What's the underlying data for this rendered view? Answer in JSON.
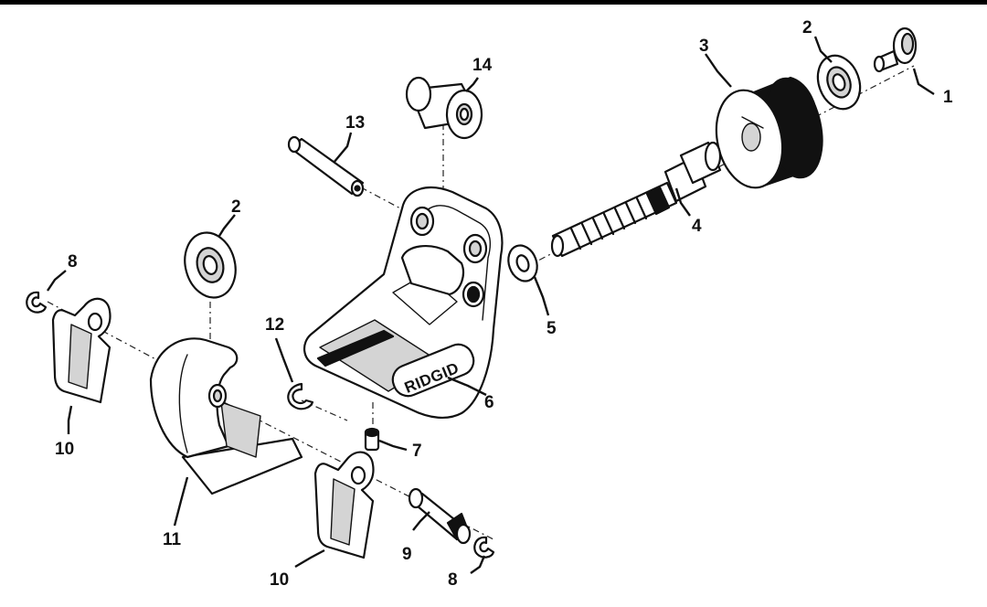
{
  "brand_text": "RIDGID",
  "callouts": [
    {
      "id": "c1",
      "label": "1"
    },
    {
      "id": "c2a",
      "label": "2"
    },
    {
      "id": "c2b",
      "label": "2"
    },
    {
      "id": "c3",
      "label": "3"
    },
    {
      "id": "c4",
      "label": "4"
    },
    {
      "id": "c5",
      "label": "5"
    },
    {
      "id": "c6",
      "label": "6"
    },
    {
      "id": "c7",
      "label": "7"
    },
    {
      "id": "c8a",
      "label": "8"
    },
    {
      "id": "c8b",
      "label": "8"
    },
    {
      "id": "c9",
      "label": "9"
    },
    {
      "id": "c10a",
      "label": "10"
    },
    {
      "id": "c10b",
      "label": "10"
    },
    {
      "id": "c11",
      "label": "11"
    },
    {
      "id": "c12",
      "label": "12"
    },
    {
      "id": "c13",
      "label": "13"
    },
    {
      "id": "c14",
      "label": "14"
    }
  ]
}
